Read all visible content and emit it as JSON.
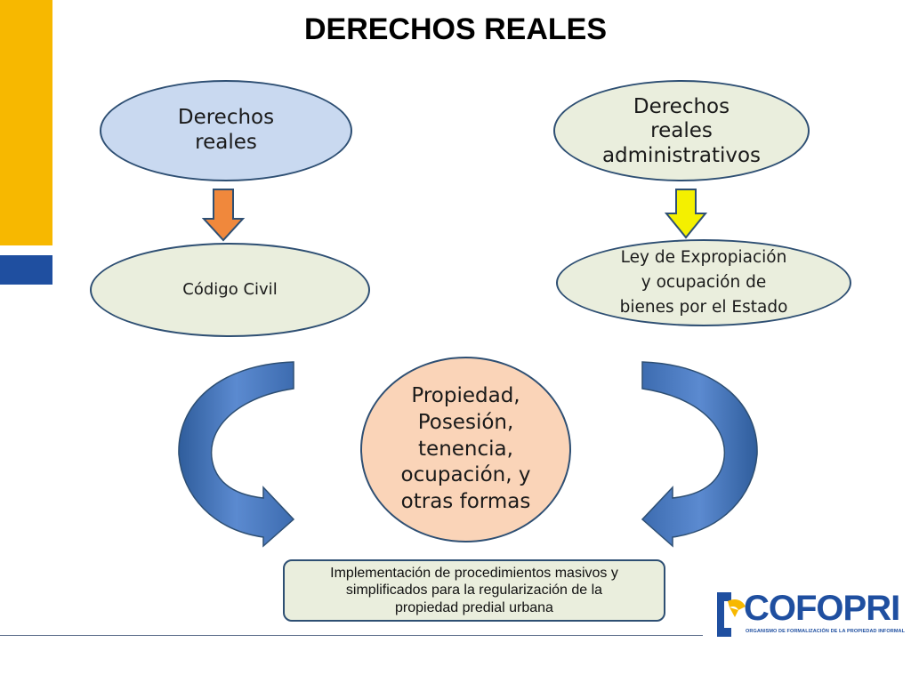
{
  "title": "DERECHOS REALES",
  "nodes": {
    "derechos_reales": [
      "Derechos",
      "reales"
    ],
    "derechos_admin": [
      "Derechos",
      "reales",
      "administrativos"
    ],
    "codigo_civil": "Código Civil",
    "ley_expropiacion": [
      "Ley de Expropiación",
      "y ocupación de",
      "bienes por el Estado"
    ],
    "propiedad": [
      "Propiedad,",
      "Posesión,",
      "tenencia,",
      "ocupación, y",
      "otras formas"
    ]
  },
  "implementacion": [
    "Implementación de procedimientos masivos y",
    "simplificados para la regularización de la",
    "propiedad predial urbana"
  ],
  "logo": {
    "name": "COFOPRI",
    "subtitle": "ORGANISMO DE FORMALIZACIÓN DE LA PROPIEDAD INFORMAL"
  },
  "colors": {
    "accent_yellow": "#f7b800",
    "accent_blue": "#1f4fa0",
    "arrow_orange": "#f0883c",
    "arrow_yellow": "#f4f000",
    "curved_arrow_blue": "#4a78c0"
  }
}
